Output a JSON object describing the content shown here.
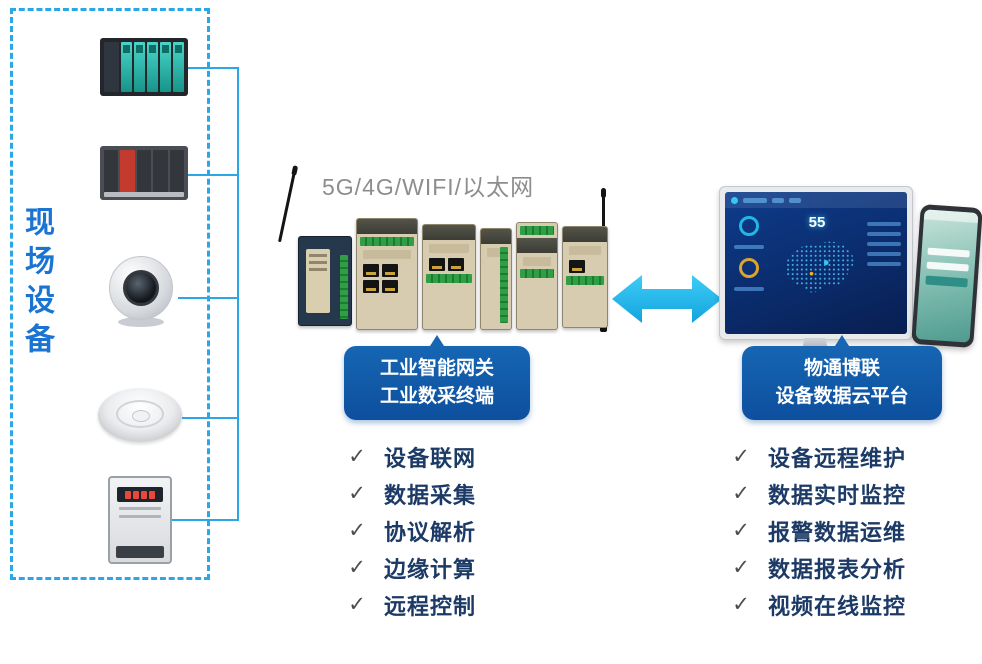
{
  "colors": {
    "dashed_border": "#2BA7E8",
    "connector_line": "#2BA7E8",
    "field_label_blue": "#1B74D1",
    "bubble_blue": "#0F55A4",
    "arrow_cyan": "#27B5EA",
    "feature_text_navy": "#1C3A66",
    "connectivity_gray": "#8D8D8D"
  },
  "field_devices": {
    "label": "现场设备",
    "items": [
      {
        "name": "plc-rack"
      },
      {
        "name": "plc-controller"
      },
      {
        "name": "ip-camera"
      },
      {
        "name": "smoke-detector"
      },
      {
        "name": "energy-meter"
      }
    ]
  },
  "connectivity": {
    "label": "5G/4G/WIFI/以太网"
  },
  "gateway": {
    "title_line1": "工业智能网关",
    "title_line2": "工业数采终端",
    "features": [
      "设备联网",
      "数据采集",
      "协议解析",
      "边缘计算",
      "远程控制"
    ]
  },
  "cloud": {
    "title_line1": "物通博联",
    "title_line2": "设备数据云平台",
    "features": [
      "设备远程维护",
      "数据实时监控",
      "报警数据运维",
      "数据报表分析",
      "视频在线监控"
    ],
    "dashboard_value": "55"
  },
  "check_glyph": "✓"
}
